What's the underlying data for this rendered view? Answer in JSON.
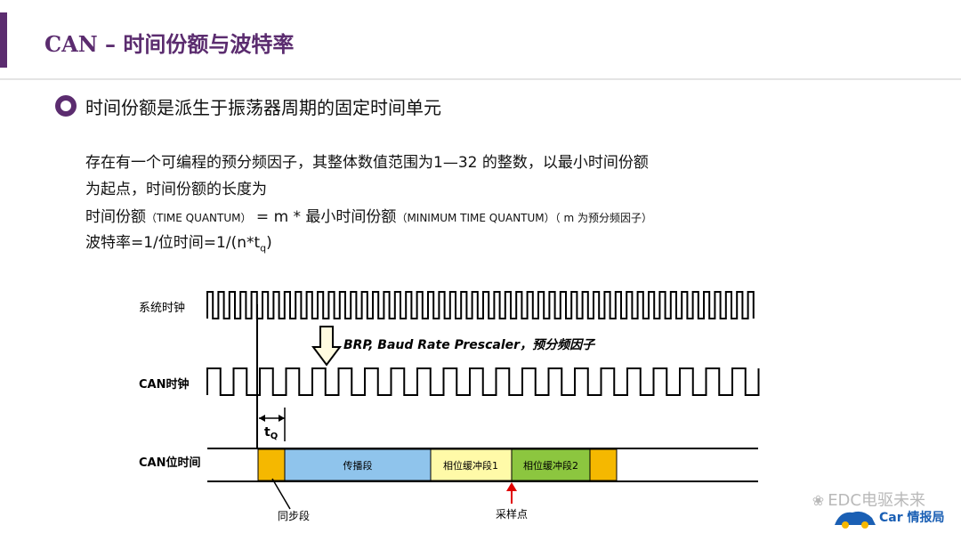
{
  "title": "CAN – 时间份额与波特率",
  "heading": "时间份额是派生于振荡器周期的固定时间单元",
  "para1": "存在有一个可编程的预分频因子，其整体数值范围为1—32 的整数，以最小时间份额",
  "para2": "为起点，时间份额的长度为",
  "formula_a": "时间份额",
  "formula_a_en": "（TIME QUANTUM）",
  "formula_b": " =  m * 最小时间份额",
  "formula_b_en": "（MINIMUM TIME QUANTUM）（ m 为预分频因子）",
  "baud": "波特率=1/位时间=1/(n*t",
  "baud_sub": "q",
  "baud_end": ")",
  "diagram": {
    "sys_clock": "系统时钟",
    "brp": "BRP, Baud Rate Prescaler，预分频因子",
    "can_clock": "CAN时钟",
    "tq": "t",
    "tq_sub": "Q",
    "can_bit": "CAN位时间",
    "seg_prop": "传播段",
    "seg_ps1": "相位缓冲段1",
    "seg_ps2": "相位缓冲段2",
    "sync": "同步段",
    "sample": "采样点"
  },
  "watermark": "EDC电驱未来",
  "logo": "Car 情报局",
  "colors": {
    "purple": "#5b2c6f",
    "sync": "#f5b800",
    "prop": "#8fc4ec",
    "ps1": "#fffaa8",
    "ps2": "#8cc63f",
    "arrow": "#e00000"
  }
}
